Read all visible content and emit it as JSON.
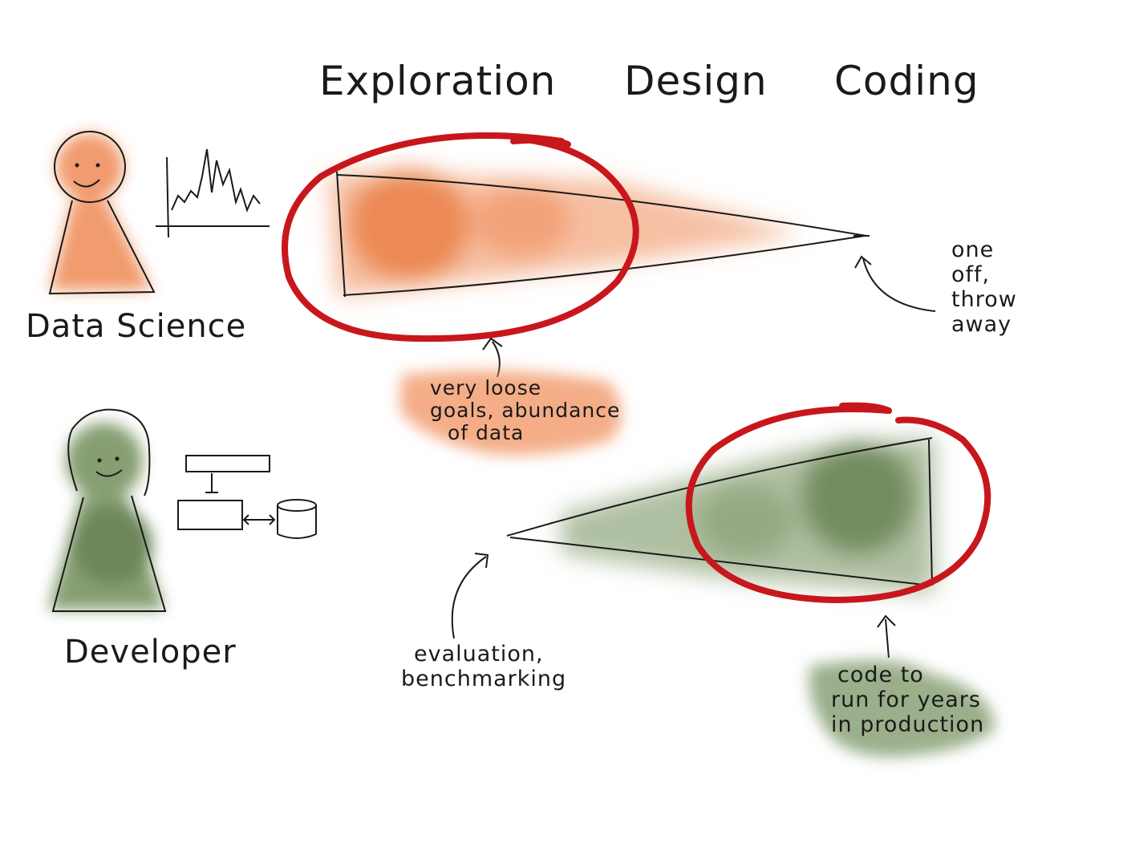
{
  "phases": {
    "exploration": "Exploration",
    "design": "Design",
    "coding": "Coding"
  },
  "roles": {
    "data_science": "Data Science",
    "developer": "Developer"
  },
  "notes": {
    "one_off": [
      "one",
      "off,",
      "throw",
      "away"
    ],
    "loose_goals": [
      "very loose",
      "goals, abundance",
      "of data"
    ],
    "evaluation": [
      "evaluation,",
      "benchmarking"
    ],
    "production": [
      "code to",
      "run for years",
      "in production"
    ]
  },
  "colors": {
    "data_science_wash": "#ef8a55",
    "developer_wash": "#7a9463",
    "circle_red": "#c8171c",
    "ink": "#1a1a1a"
  }
}
